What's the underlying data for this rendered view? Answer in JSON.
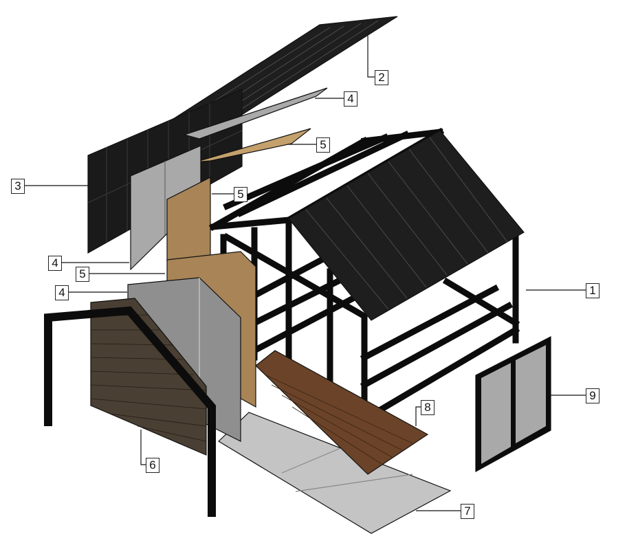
{
  "diagram": {
    "type": "exploded-assembly",
    "callouts": [
      {
        "id": "c2",
        "text": "2"
      },
      {
        "id": "c4a",
        "text": "4"
      },
      {
        "id": "c5a",
        "text": "5"
      },
      {
        "id": "c3",
        "text": "3"
      },
      {
        "id": "c5b",
        "text": "5"
      },
      {
        "id": "c4b",
        "text": "4"
      },
      {
        "id": "c5c",
        "text": "5"
      },
      {
        "id": "c4c",
        "text": "4"
      },
      {
        "id": "c1",
        "text": "1"
      },
      {
        "id": "c9",
        "text": "9"
      },
      {
        "id": "c8",
        "text": "8"
      },
      {
        "id": "c6",
        "text": "6"
      },
      {
        "id": "c7",
        "text": "7"
      }
    ],
    "colors": {
      "frame": "#111111",
      "panel_dark": "#1e1e1e",
      "panel_grey": "#a9a9a9",
      "wood": "#a88456",
      "floor_wood": "#6b4328",
      "floor_grey": "#c4c4c4",
      "slats": "#4a3f33"
    }
  }
}
